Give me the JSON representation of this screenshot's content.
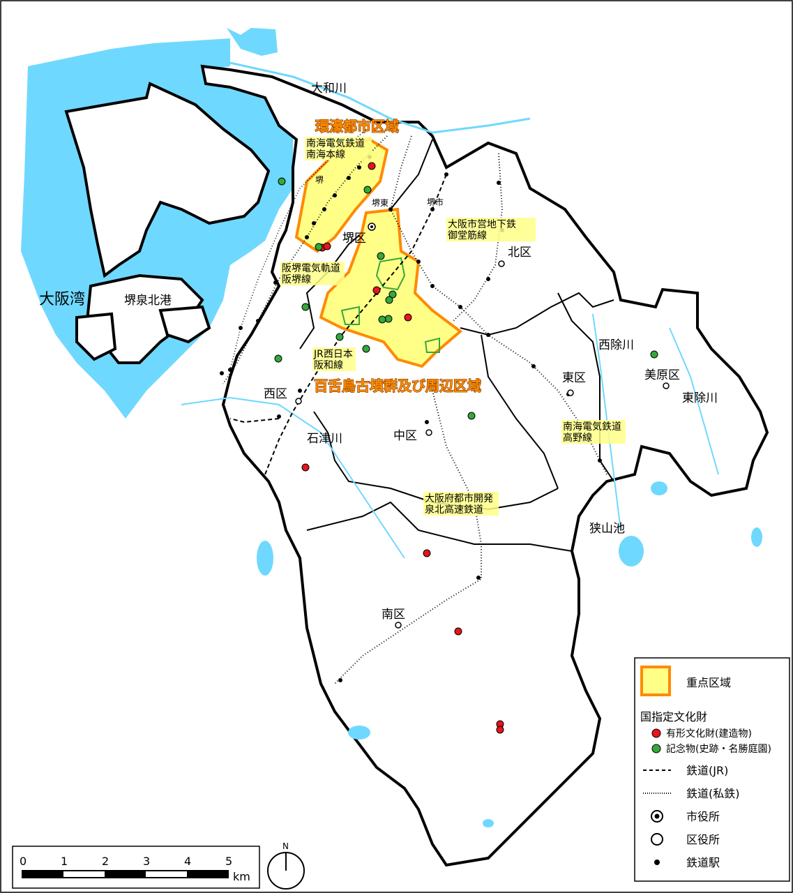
{
  "labels": {
    "yamato_river": "大和川",
    "kango_area": "環濠都市区域",
    "nankai_main_1": "南海電気鉄道",
    "nankai_main_2": "南海本線",
    "sakai_station": "堺",
    "sakaihigashi_station": "堺東",
    "sakaishi_station": "堺市",
    "sakai_ward": "堺区",
    "subway_1": "大阪市営地下鉄",
    "subway_2": "御堂筋線",
    "kita_ward": "北区",
    "hankai_1": "阪堺電気軌道",
    "hankai_2": "阪堺線",
    "osaka_bay": "大阪湾",
    "sensen_port": "堺泉北港",
    "jr_1": "JR西日本",
    "jr_2": "阪和線",
    "mozu_area": "百舌鳥古墳群及び周辺区域",
    "nishi_ward": "西区",
    "higashi_ward": "東区",
    "nishiyoke_river": "西除川",
    "mihara_ward": "美原区",
    "higashiyoke_river": "東除川",
    "ishizu_river": "石津川",
    "naka_ward": "中区",
    "koya_1": "南海電気鉄道",
    "koya_2": "高野線",
    "senboku_1": "大阪府都市開発",
    "senboku_2": "泉北高速鉄道",
    "sayama_pond": "狭山池",
    "minami_ward": "南区"
  },
  "legend": {
    "priority_area": "重点区域",
    "national_heading": "国指定文化財",
    "tangible": "有形文化財(建造物)",
    "monument": "記念物(史跡・名勝庭園)",
    "rail_jr": "鉄道(JR)",
    "rail_private": "鉄道(私鉄)",
    "city_hall": "市役所",
    "ward_office": "区役所",
    "station": "鉄道駅"
  },
  "scale": {
    "ticks": [
      "0",
      "1",
      "2",
      "3",
      "4",
      "5"
    ],
    "unit": "km"
  },
  "north": "N",
  "colors": {
    "water": "#6fd8ff",
    "priority_fill": "#ffff88",
    "priority_edge": "#ff8a00",
    "tangible": "#e8141e",
    "monument": "#34a83a"
  }
}
